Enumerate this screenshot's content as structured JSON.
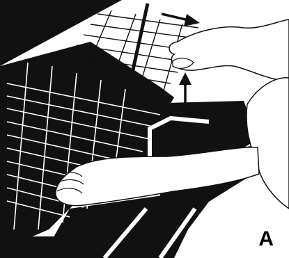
{
  "figure": {
    "panel_label": "A",
    "palette": {
      "ink": "#111111",
      "paper": "#ffffff"
    },
    "elements": [
      "oven-cavity",
      "oven-rack",
      "upper-hand",
      "lower-hand",
      "side-hand",
      "pull-arrow",
      "lift-arrow",
      "rod"
    ]
  }
}
